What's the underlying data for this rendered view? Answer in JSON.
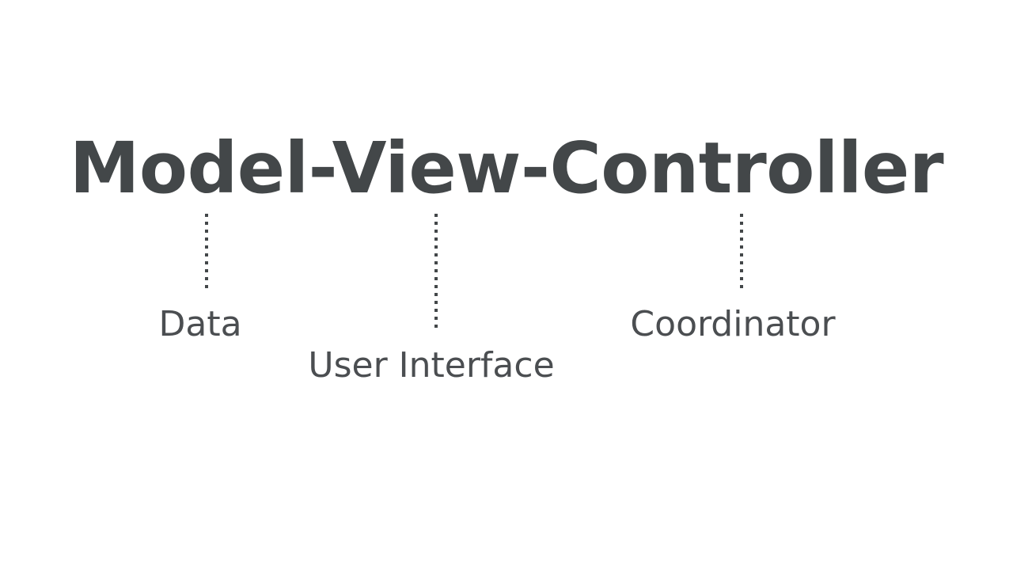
{
  "slide": {
    "background_color": "#ffffff",
    "title": "Model-View-Controller",
    "title_color": "#434749",
    "label_color": "#4b4e51",
    "connector_color": "#434749"
  },
  "diagram": {
    "type": "annotated-title-callouts",
    "parts": [
      {
        "term": "Model",
        "label": "Data",
        "connector": "dotted-vertical-line"
      },
      {
        "term": "View",
        "label": "User Interface",
        "connector": "dotted-vertical-line"
      },
      {
        "term": "Controller",
        "label": "Coordinator",
        "connector": "dotted-vertical-line"
      }
    ]
  }
}
